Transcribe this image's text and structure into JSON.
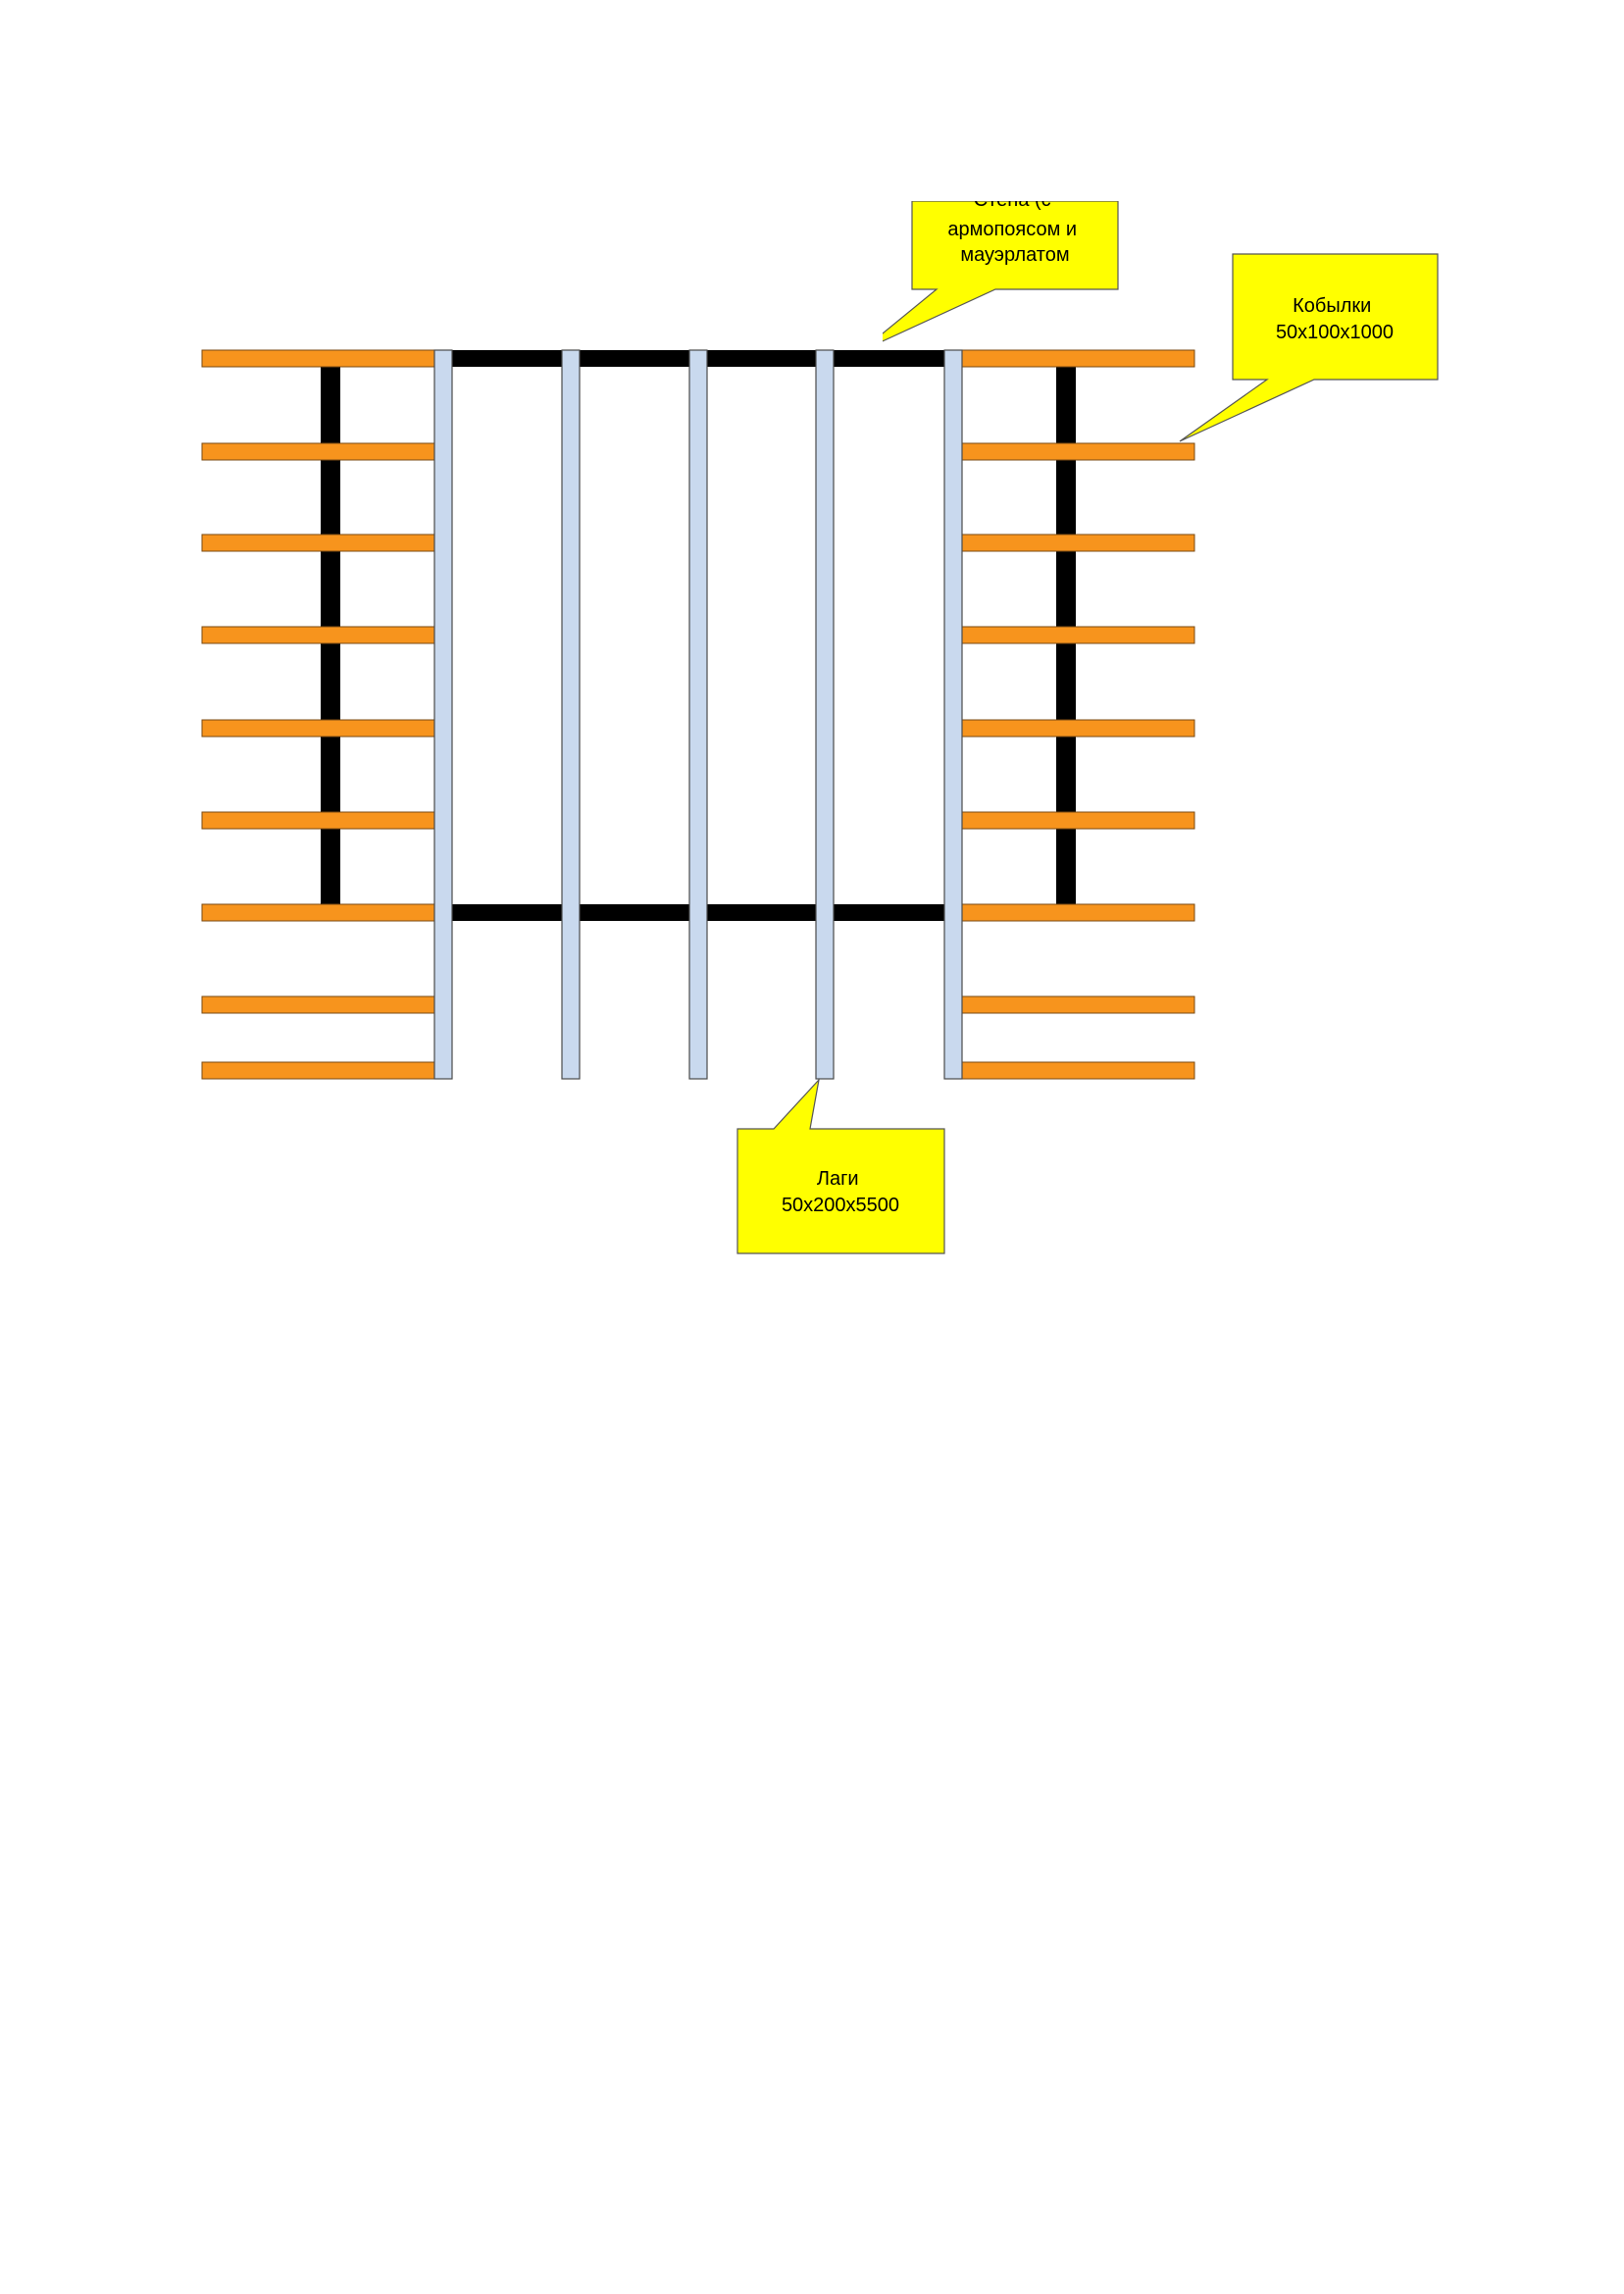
{
  "colors": {
    "page": "#ffffff",
    "wall": "#000000",
    "rafter_fill": "#f7941d",
    "rafter_stroke": "#7a4a12",
    "joist_fill": "#c9d9ee",
    "joist_stroke": "#4a4a4a",
    "callout_fill": "#ffff00",
    "callout_stroke": "#555555"
  },
  "structure": {
    "joist_count": 5,
    "rafter_rows_per_side": 9
  },
  "callouts": {
    "wall": {
      "lines": [
        "Стена (с",
        "армопоясом и",
        "мауэрлатом"
      ]
    },
    "rafters": {
      "lines": [
        "Кобылки",
        "50x100x1000"
      ]
    },
    "joists": {
      "lines": [
        "Лаги",
        "50x200x5500"
      ]
    }
  }
}
